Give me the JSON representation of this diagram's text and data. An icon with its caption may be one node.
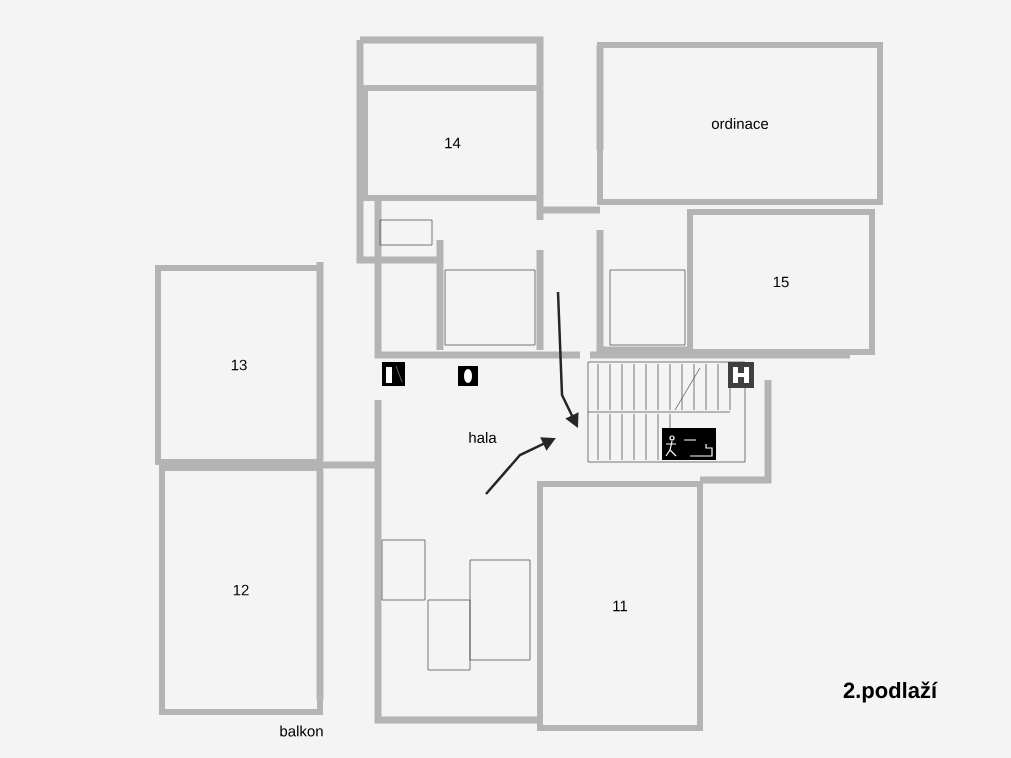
{
  "diagram": {
    "nodes": [
      {
        "text": [
          "14"
        ]
      },
      {
        "text": [
          "ordinace"
        ]
      },
      {
        "text": [
          "15"
        ]
      },
      {
        "text": [
          "13"
        ]
      },
      {
        "text": [
          "hala"
        ]
      },
      {
        "text": [
          "12"
        ]
      },
      {
        "text": [
          "11"
        ]
      },
      {
        "text": [
          "balkon"
        ]
      }
    ],
    "labels": [
      "2.podlaží"
    ]
  }
}
